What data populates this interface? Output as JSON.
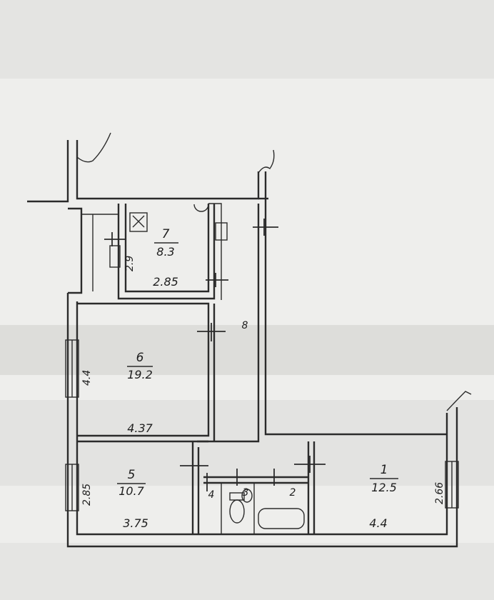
{
  "colors": {
    "paper": "#eeeeec",
    "ink": "#2b2b2b",
    "smudge": "#9a9a98"
  },
  "plan": {
    "rooms": [
      {
        "id": "room-1",
        "number": "1",
        "area": "12.5",
        "width": "4.4",
        "depth": "2.66"
      },
      {
        "id": "room-5",
        "number": "5",
        "area": "10.7",
        "width": "3.75",
        "depth": "2.85"
      },
      {
        "id": "room-6",
        "number": "6",
        "area": "19.2",
        "width": "4.37",
        "depth": "4.4"
      },
      {
        "id": "room-7",
        "number": "7",
        "area": "8.3",
        "width": "2.85",
        "depth": "2.9"
      }
    ],
    "corridor": {
      "number": "8"
    },
    "bathroom": {
      "wc_number": "4",
      "sink_number": "3",
      "bath_number": "2"
    }
  }
}
